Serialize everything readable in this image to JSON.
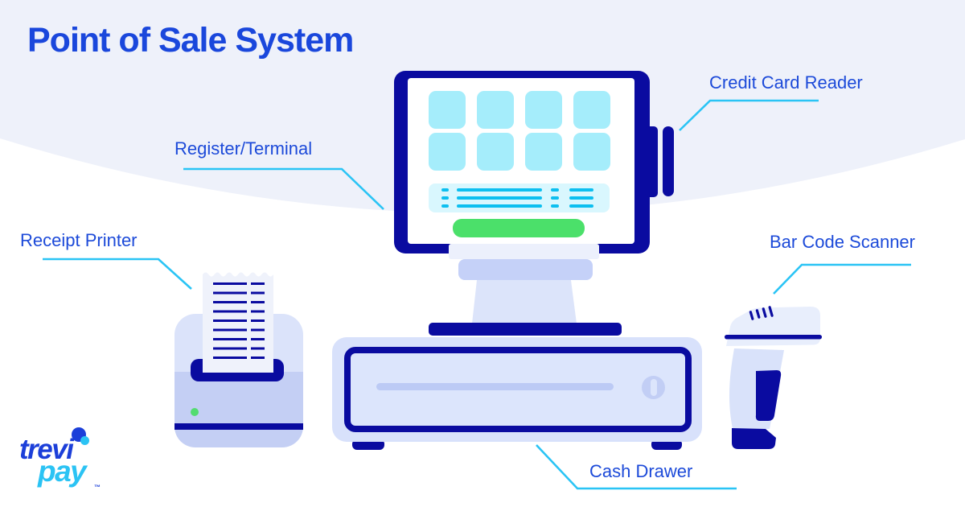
{
  "title": "Point of Sale System",
  "labels": {
    "register": "Register/Terminal",
    "credit_card": "Credit Card Reader",
    "receipt_printer": "Receipt Printer",
    "barcode": "Bar Code Scanner",
    "cash_drawer": "Cash Drawer"
  },
  "logo": {
    "part1": "trevi",
    "part2": "pay",
    "trademark": "™"
  },
  "colors": {
    "navy": "#0A0BA0",
    "title_blue": "#1A47DC",
    "label_blue": "#1C4AD9",
    "connector_cyan": "#2AC4F5",
    "tile_cyan": "#A5EDFB",
    "panel_cyan": "#D9F7FE",
    "line_cyan": "#0CBFF0",
    "button_green": "#4BE06A",
    "led_green": "#53DC70",
    "drawer_outer": "#D8E1FB",
    "drawer_face": "#DCE5FC",
    "periwinkle": "#BCCAF5",
    "stand_mid": "#C5D1F8",
    "stand_trap": "#DCE4FA",
    "neck": "#ECF0FC",
    "printer_top": "#DBE3FA",
    "printer_bottom": "#C4CFF4",
    "paper": "#EFF2FB",
    "scanner_head": "#E8EEFC",
    "scanner_grip": "#D9E2FA",
    "bg_top": "#EEF1FA",
    "logo_blue": "#1C3FD9",
    "logo_cyan": "#2BC3F4"
  }
}
